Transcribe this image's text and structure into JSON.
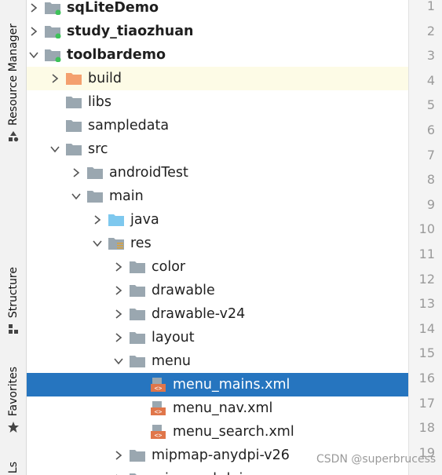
{
  "sidebar": {
    "tabs": [
      {
        "label": "Resource Manager"
      },
      {
        "label": "Structure"
      },
      {
        "label": "Favorites"
      },
      {
        "label": "Ls"
      }
    ]
  },
  "tree": {
    "items": [
      {
        "label": "sqLiteDemo",
        "bold": true,
        "expanded": false,
        "icon": "module-folder-icon"
      },
      {
        "label": "study_tiaozhuan",
        "bold": true,
        "expanded": false,
        "icon": "module-folder-icon"
      },
      {
        "label": "toolbardemo",
        "bold": true,
        "expanded": true,
        "icon": "module-folder-icon"
      },
      {
        "label": "build",
        "expanded": false,
        "icon": "build-folder-icon"
      },
      {
        "label": "libs",
        "icon": "folder-icon"
      },
      {
        "label": "sampledata",
        "icon": "folder-icon"
      },
      {
        "label": "src",
        "expanded": true,
        "icon": "folder-icon"
      },
      {
        "label": "androidTest",
        "expanded": false,
        "icon": "folder-icon"
      },
      {
        "label": "main",
        "expanded": true,
        "icon": "folder-icon"
      },
      {
        "label": "java",
        "expanded": false,
        "icon": "source-folder-icon"
      },
      {
        "label": "res",
        "expanded": true,
        "icon": "resources-folder-icon"
      },
      {
        "label": "color",
        "expanded": false,
        "icon": "folder-icon"
      },
      {
        "label": "drawable",
        "expanded": false,
        "icon": "folder-icon"
      },
      {
        "label": "drawable-v24",
        "expanded": false,
        "icon": "folder-icon"
      },
      {
        "label": "layout",
        "expanded": false,
        "icon": "folder-icon"
      },
      {
        "label": "menu",
        "expanded": true,
        "icon": "folder-icon"
      },
      {
        "label": "menu_mains.xml",
        "icon": "xml-file-icon",
        "selected": true
      },
      {
        "label": "menu_nav.xml",
        "icon": "xml-file-icon"
      },
      {
        "label": "menu_search.xml",
        "icon": "xml-file-icon"
      },
      {
        "label": "mipmap-anydpi-v26",
        "expanded": false,
        "icon": "folder-icon"
      },
      {
        "label": "mipmap-hdpi",
        "expanded": false,
        "icon": "folder-icon"
      }
    ]
  },
  "gutter": {
    "line_numbers": [
      "1",
      "2",
      "3",
      "4",
      "5",
      "6",
      "7",
      "8",
      "9",
      "10",
      "11",
      "12",
      "13",
      "14",
      "15",
      "16",
      "17",
      "18",
      "19"
    ]
  },
  "watermark": "CSDN @superbrucess",
  "colors": {
    "selection": "#2675bf",
    "highlight_row": "#fdfbe6",
    "folder": "#9aa7b0",
    "build_folder": "#f4a06e",
    "source_folder": "#7ec8ee",
    "module_dot": "#3ec25a",
    "xml_icon": "#e0764a"
  }
}
